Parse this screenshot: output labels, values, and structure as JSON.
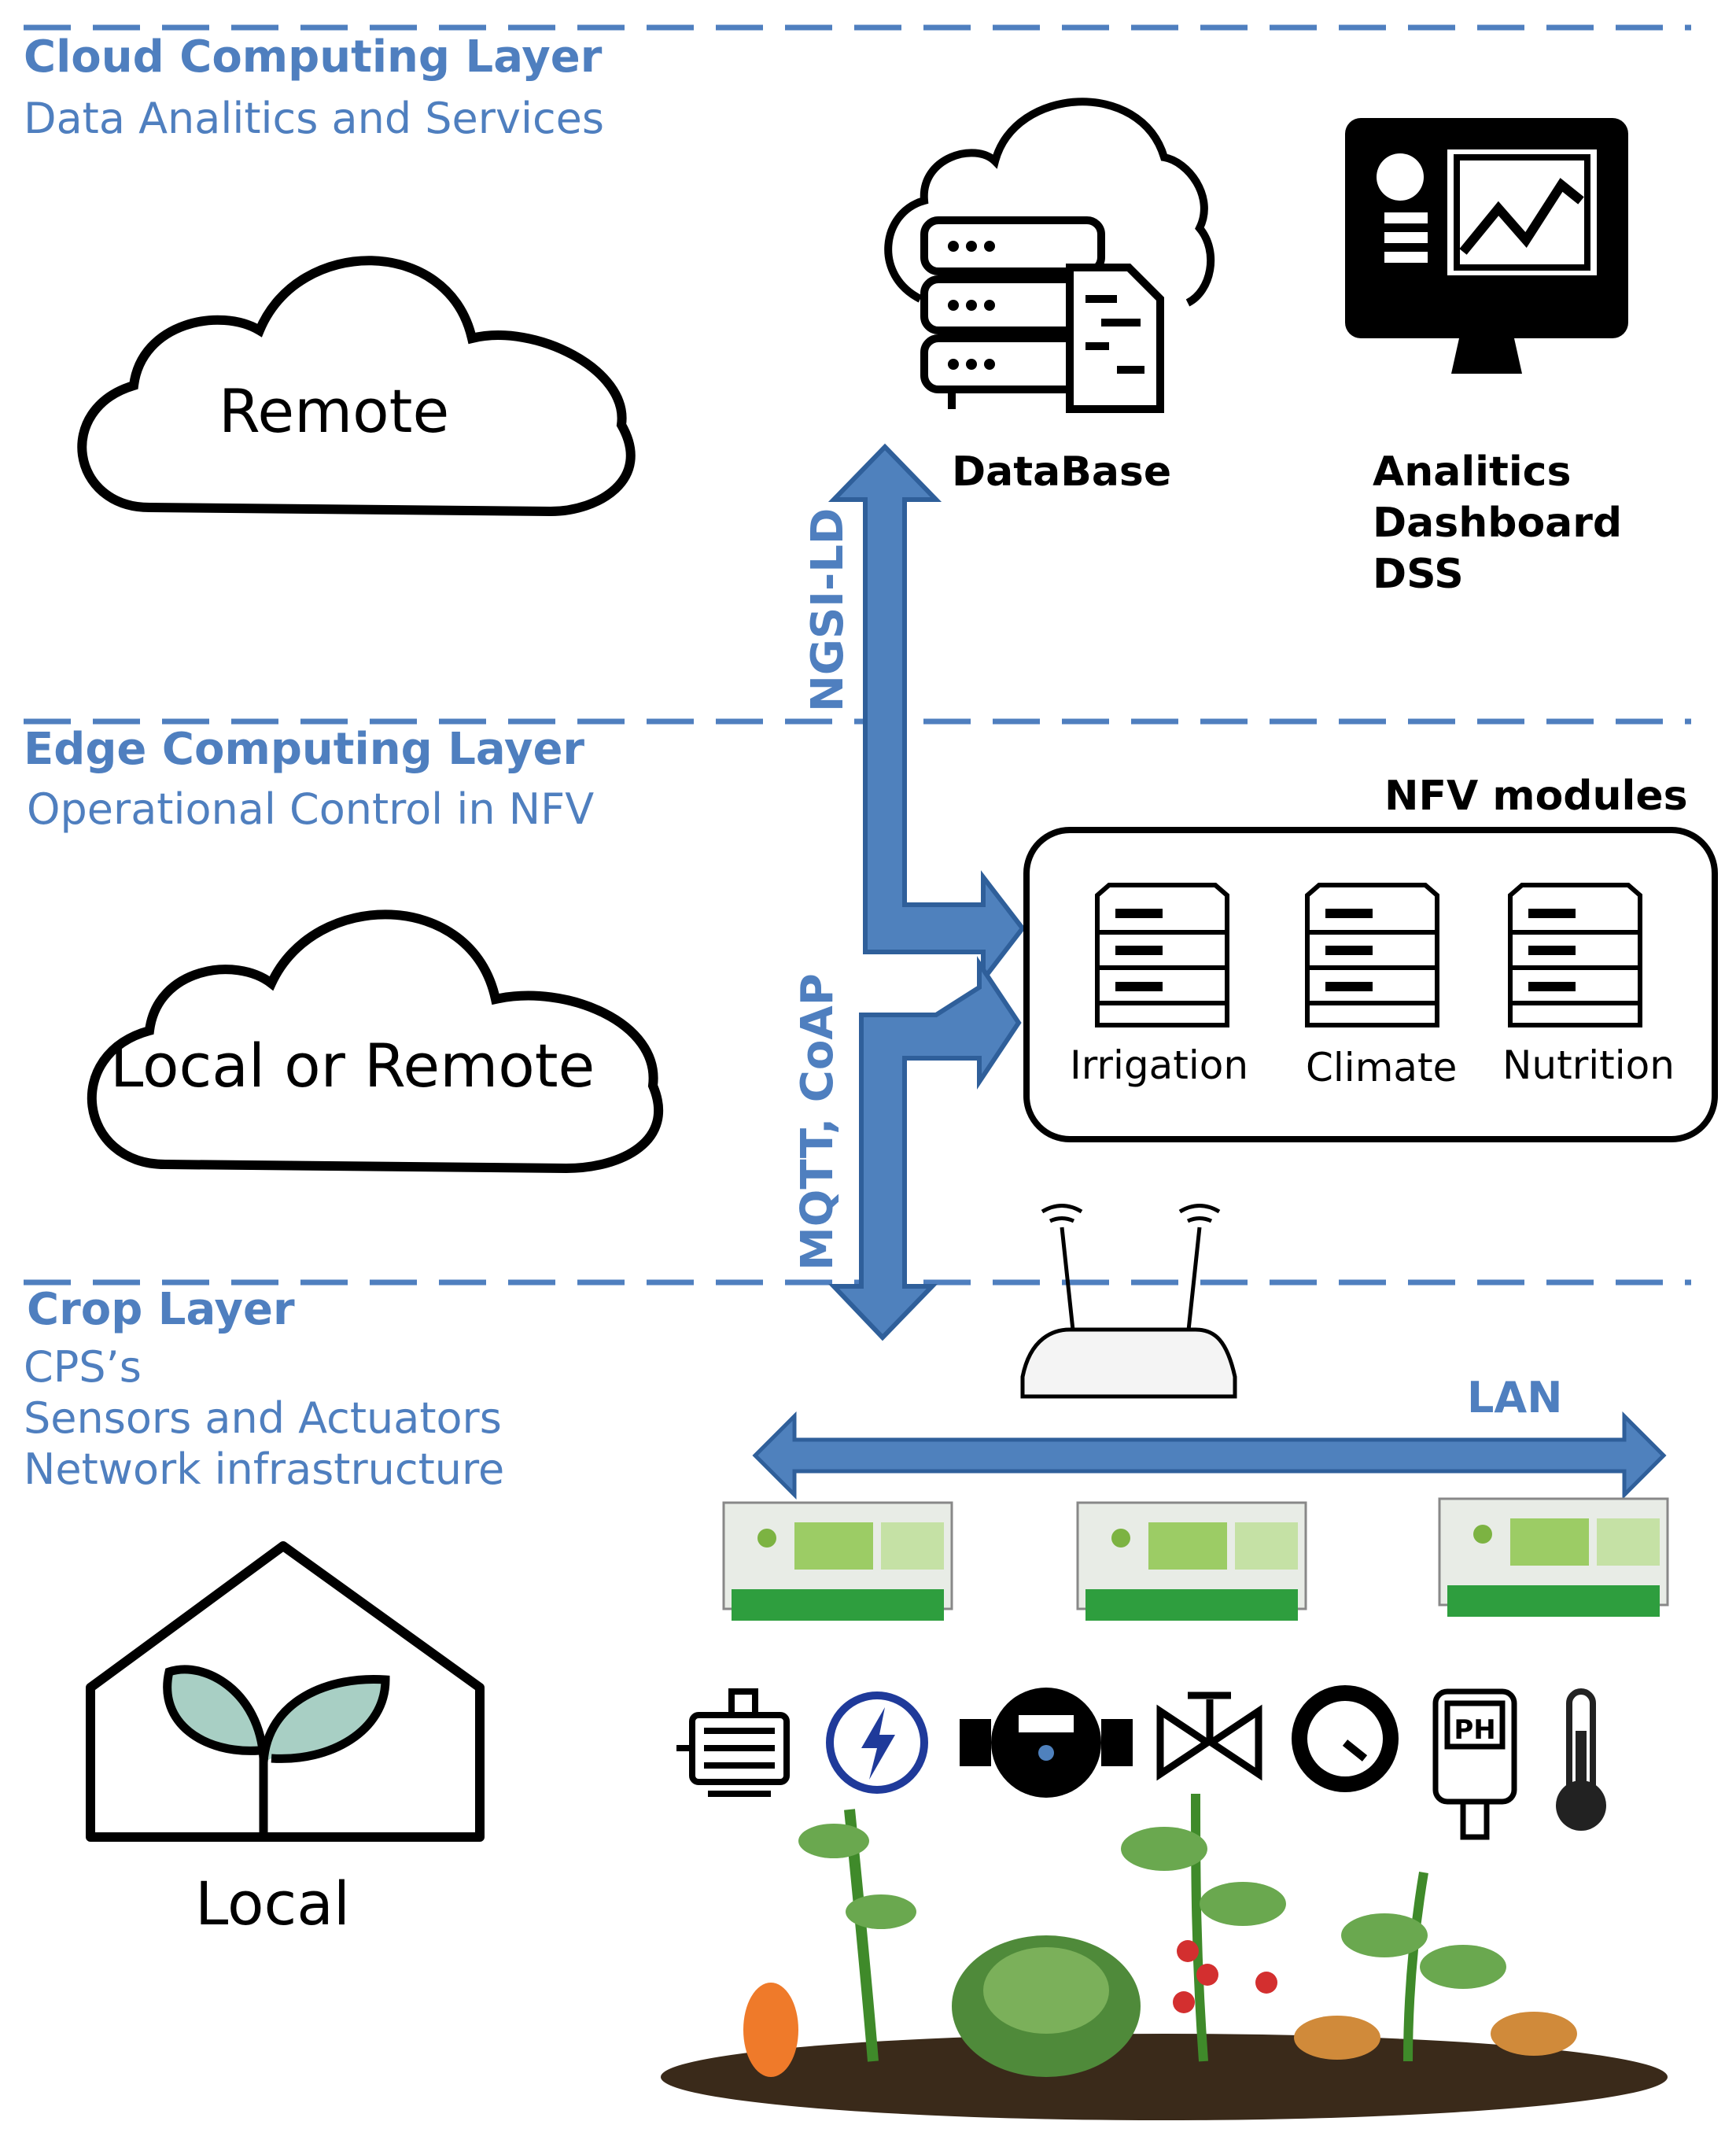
{
  "layers": [
    {
      "title": "Cloud Computing Layer",
      "subtitle": "Data Analitics and Services"
    },
    {
      "title": "Edge Computing Layer",
      "subtitle": "Operational Control in NFV"
    },
    {
      "title": "Crop Layer",
      "subtitle_lines": [
        "CPS’s",
        "Sensors and Actuators",
        "Network infrastructure"
      ]
    }
  ],
  "clouds": {
    "remote": "Remote",
    "local_or_remote": "Local or Remote"
  },
  "greenhouse": {
    "label": "Local"
  },
  "database": {
    "label": "DataBase"
  },
  "analytics": {
    "lines": [
      "Analitics",
      "Dashboard",
      "DSS"
    ]
  },
  "protocols": {
    "cloud_edge": "NGSI-LD",
    "edge_crop": "MQTT, CoAP"
  },
  "nfv": {
    "title": "NFV modules",
    "modules": [
      "Irrigation",
      "Climate",
      "Nutrition"
    ]
  },
  "network": {
    "lan": "LAN"
  },
  "devices": [
    "motor-icon",
    "power-icon",
    "water-meter-icon",
    "valve-icon",
    "gauge-icon",
    "ph-meter-icon",
    "thermometer-icon"
  ],
  "colors": {
    "accent": "#4f7fbf",
    "arrow_fill": "#4f81bd",
    "arrow_stroke": "#2f5f9a",
    "leaf": "#a8cfc4"
  }
}
